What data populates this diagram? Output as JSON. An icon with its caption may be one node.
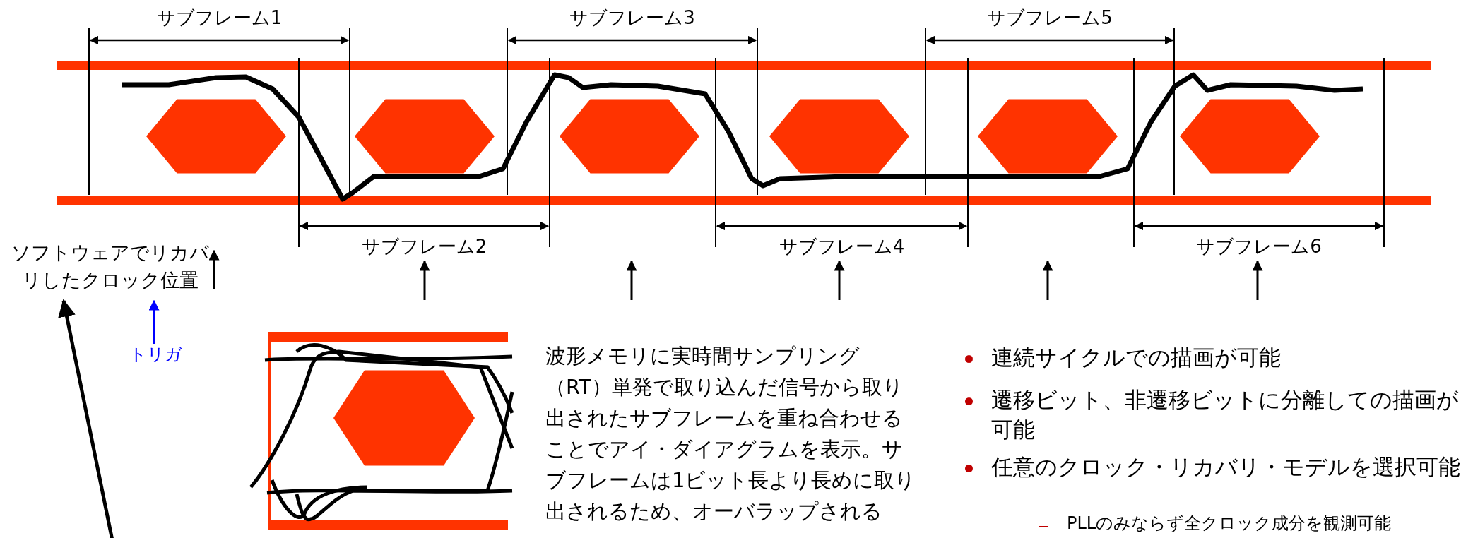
{
  "diagram": {
    "nodes": [
      {
        "text": [
          "ソフトウェアでリカバリしたクロック位置"
        ]
      },
      {
        "text": [
          "トリガ"
        ]
      }
    ],
    "edges": [
      {
        "from": 1,
        "to": 0,
        "arrow": "to",
        "color": "#0000ff"
      },
      {
        "from": null,
        "to": 0,
        "arrow": "to",
        "color": "#000000"
      }
    ],
    "labels": [
      "サブフレーム1",
      "サブフレーム3",
      "サブフレーム5",
      "サブフレーム2",
      "サブフレーム4",
      "サブフレーム6",
      "波形メモリに実時間サンプリング（RT）単発で取り込んだ信号から取り出されたサブフレームを重ね合わせることでアイ・ダイアグラムを表示。サブフレームは1ビット長より長めに取り出されるため、オーバラップされる",
      "連続サイクルでの描画が可能",
      "遷移ビット、非遷移ビットに分離しての描画が可能",
      "任意のクロック・リカバリ・モデルを選択可能",
      "PLLのみならず全クロック成分を観測可能"
    ]
  }
}
